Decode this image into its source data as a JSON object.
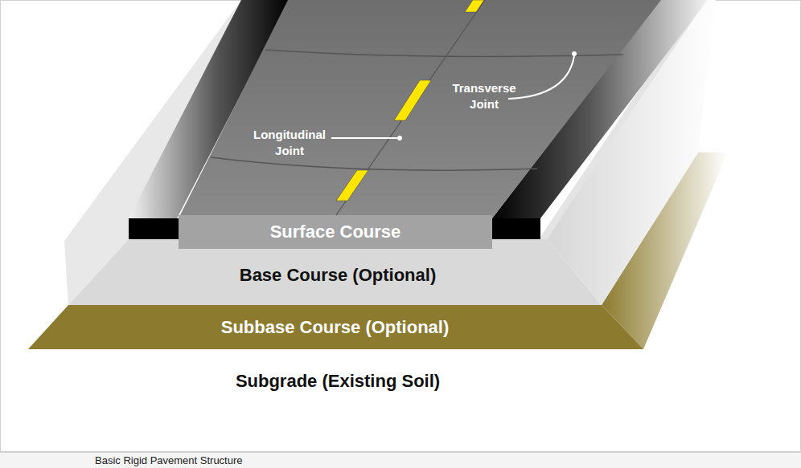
{
  "diagram": {
    "caption": "Basic Rigid Pavement Structure",
    "nodes": [
      {
        "text": [
          "Surface Course"
        ]
      },
      {
        "text": [
          "Base Course (Optional)"
        ]
      },
      {
        "text": [
          "Subbase Course (Optional)"
        ]
      }
    ],
    "labels": [
      "Transverse Joint",
      "Longitudinal Joint",
      "Subgrade (Existing Soil)"
    ]
  }
}
